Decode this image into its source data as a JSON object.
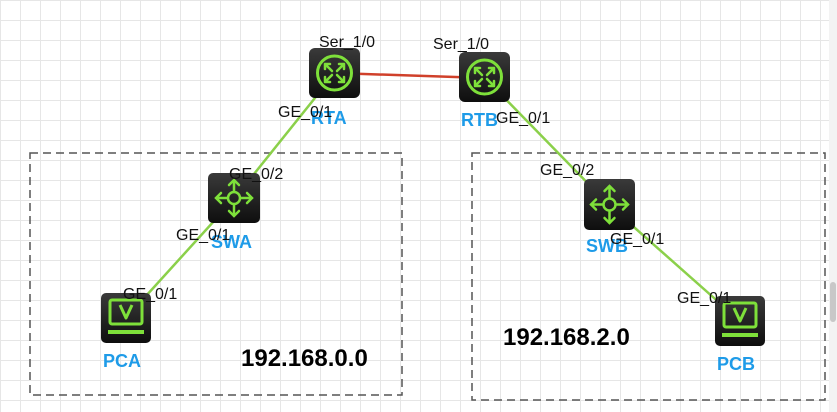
{
  "colors": {
    "ethernet_link": "#8bd04a",
    "serial_link": "#d0402a",
    "device_label": "#1e9be8",
    "icon_green": "#7ee03a",
    "device_body": "#1b1b1b"
  },
  "devices": {
    "rta": {
      "name": "RTA",
      "icon": "router-icon"
    },
    "rtb": {
      "name": "RTB",
      "icon": "router-icon"
    },
    "swa": {
      "name": "SWA",
      "icon": "switch-icon"
    },
    "swb": {
      "name": "SWB",
      "icon": "switch-icon"
    },
    "pca": {
      "name": "PCA",
      "icon": "pc-icon"
    },
    "pcb": {
      "name": "PCB",
      "icon": "pc-icon"
    }
  },
  "ports": {
    "rta_serial": "Ser_1/0",
    "rtb_serial": "Ser_1/0",
    "rta_ge": "GE_0/1",
    "rtb_ge": "GE_0/1",
    "swa_up": "GE_0/2",
    "swa_down": "GE_0/1",
    "swb_up": "GE_0/2",
    "swb_down": "GE_0/1",
    "pca_ge": "GE_0/1",
    "pcb_ge": "GE_0/1"
  },
  "subnets": {
    "left": "192.168.0.0",
    "right": "192.168.2.0"
  }
}
